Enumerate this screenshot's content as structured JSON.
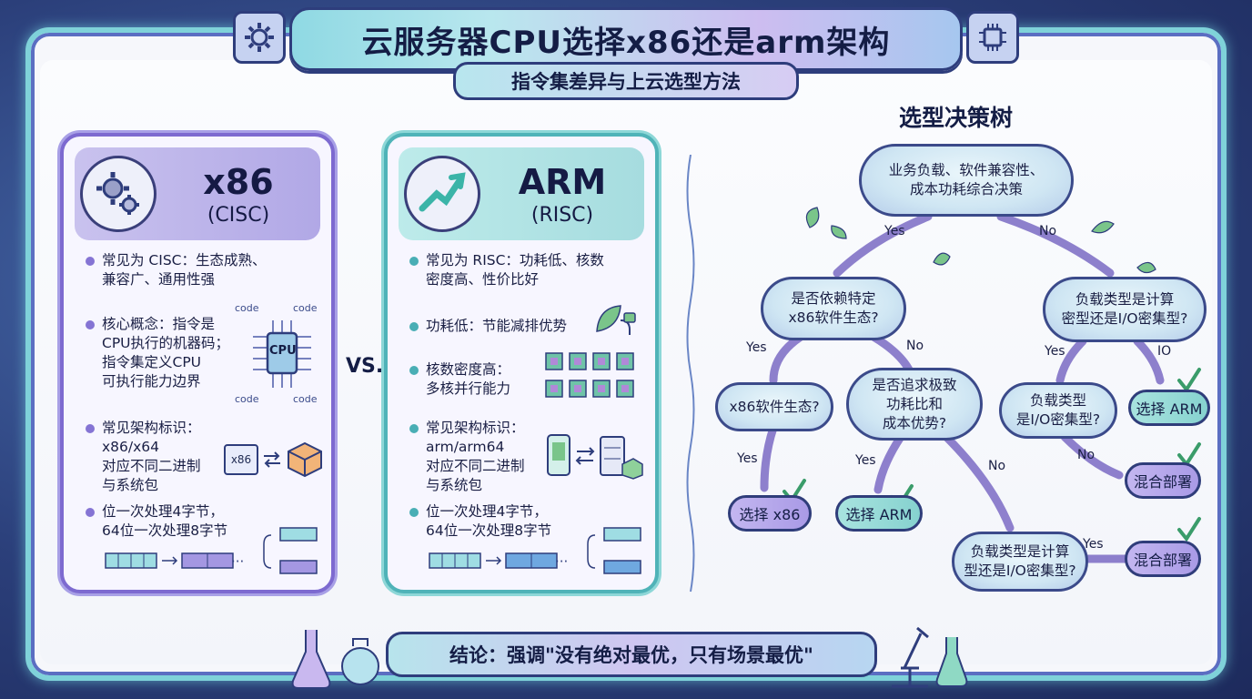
{
  "title": "云服务器CPU选择x86还是arm架构",
  "subtitle": "指令集差异与上云选型方法",
  "x86_card": {
    "name": "x86",
    "type": "(CISC)",
    "bullets": [
      {
        "lines": [
          "常见为 CISC：生态成熟、",
          "兼容广、通用性强"
        ]
      },
      {
        "lines": [
          "核心概念：指令是",
          "CPU执行的机器码；",
          "指令集定义CPU",
          "可执行能力边界"
        ]
      },
      {
        "lines": [
          "常见架构标识：",
          "x86/x64",
          "对应不同二进制",
          "与系统包"
        ]
      },
      {
        "lines": [
          "位一次处理4字节，",
          "64位一次处理8字节"
        ]
      }
    ],
    "chip_label": "CPU",
    "code_label": "code",
    "box_label": "x86",
    "ellipsis": "···"
  },
  "arm_card": {
    "name": "ARM",
    "type": "(RISC)",
    "bullets": [
      {
        "lines": [
          "常见为 RISC：功耗低、核数",
          "密度高、性价比好"
        ]
      },
      {
        "lines": [
          "功耗低：节能减排优势"
        ]
      },
      {
        "lines": [
          "核数密度高：",
          "多核并行能力"
        ]
      },
      {
        "lines": [
          "常见架构标识：",
          "arm/arm64",
          "对应不同二进制",
          "与系统包"
        ]
      },
      {
        "lines": [
          "位一次处理4字节，",
          "64位一次处理8字节"
        ]
      }
    ],
    "ellipsis": "···"
  },
  "vs": "VS.",
  "tree": {
    "title": "选型决策树",
    "root": [
      "业务负载、软件兼容性、",
      "成本功耗综合决策"
    ],
    "q_left": [
      "是否依赖特定",
      "x86软件生态?"
    ],
    "q_right": [
      "负载类型是计算",
      "密型还是I/O密集型?"
    ],
    "q_left_yes": [
      "x86软件生态?"
    ],
    "q_left_no": [
      "是否追求极致",
      "功耗比和",
      "成本优势?"
    ],
    "q_right_yes": [
      "负载类型",
      "是I/O密集型?"
    ],
    "q_bottom": [
      "负载类型是计算",
      "型还是I/O密集型?"
    ],
    "leaf_x86": "选择 x86",
    "leaf_arm_left": "选择 ARM",
    "leaf_arm_right": "选择 ARM",
    "leaf_mixed_1": "混合部署",
    "leaf_mixed_2": "混合部署",
    "labels": {
      "yes": "Yes",
      "no": "No",
      "io": "IO"
    }
  },
  "conclusion": "结论：强调\"没有绝对最优，只有场景最优\"",
  "colors": {
    "x86_accent": "#8574d4",
    "arm_accent": "#49aeb5",
    "frame": "#7fd2d9",
    "ink": "#2e3d7c"
  }
}
